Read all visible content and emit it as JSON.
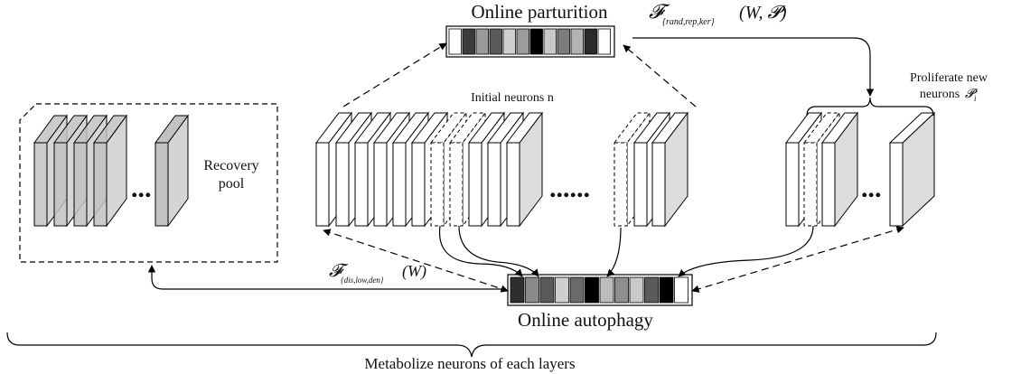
{
  "labels": {
    "online_parturition": "Online parturition",
    "online_autophagy": "Online autophagy",
    "initial_neurons": "Initial neurons n",
    "recovery_line1": "Recovery",
    "recovery_line2": "pool",
    "proliferate_line1": "Proliferate new",
    "proliferate_line2": "neurons",
    "proliferate_symbol": "𝓟",
    "proliferate_sub": "i",
    "metabolize": "Metabolize neurons of each layers",
    "ellipsis_short": "...",
    "ellipsis_long": "......"
  },
  "formulas": {
    "parturition": {
      "func": "𝓕",
      "subscript": "{rand,rep,ker}",
      "args": "(W, 𝓟)"
    },
    "autophagy": {
      "func": "𝓕",
      "subscript": "{dis,low,den}",
      "args": "(W)"
    }
  },
  "colors": {
    "stroke": "#000000",
    "panel_face": "#d9d9d9",
    "panel_side": "#ffffff",
    "gray_face": "#c8c8c8",
    "light_face": "#efefef"
  },
  "parturition_bar_cells": [
    "#ffffff",
    "#3c3c3c",
    "#9a9a9a",
    "#5a5a5a",
    "#cfcfcf",
    "#9c9c9c",
    "#000000",
    "#c8c8c8",
    "#7c7c7c",
    "#b3b3b3",
    "#2a2a2a",
    "#ffffff"
  ],
  "autophagy_bar_cells": [
    "#2e2e2e",
    "#8a8a8a",
    "#5a5a5a",
    "#cfcfcf",
    "#6a6a6a",
    "#000000",
    "#bcbcbc",
    "#8e8e8e",
    "#c9c9c9",
    "#5b5b5b",
    "#000000",
    "#ffffff"
  ]
}
